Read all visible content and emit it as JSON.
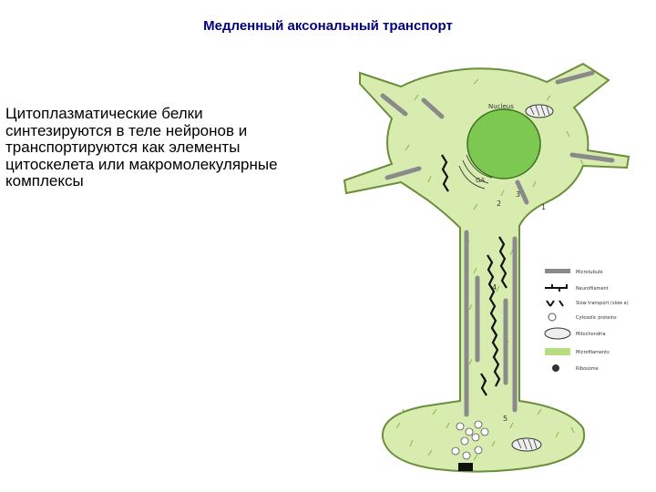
{
  "slide": {
    "title": "Медленный аксональный транспорт",
    "body": "Цитоплазматические белки\nсинтезируются в теле нейронов и\nтранспортируются как элементы\nцитоскелета или макромолекулярные\nкомплексы"
  },
  "diagram": {
    "nucleus_label": "Nucleus",
    "ga_label": "GA",
    "numbers": [
      "1",
      "2",
      "3",
      "4",
      "5"
    ],
    "legend": [
      {
        "label": "Microtubule"
      },
      {
        "label": "Neurofilament"
      },
      {
        "label": "Slow transport (slow a)"
      },
      {
        "label": "Cytosolic proteins"
      },
      {
        "label": "Mitochondria"
      },
      {
        "label": "Microfilaments"
      },
      {
        "label": "Ribosome"
      }
    ]
  },
  "colors": {
    "title": "#000080",
    "cytoplasm": "#d8ecb0",
    "cell_outline": "#6a8f3a",
    "nucleus": "#7cc850",
    "microtubule": "#8a8a8a",
    "neurofilament": "#111111"
  }
}
